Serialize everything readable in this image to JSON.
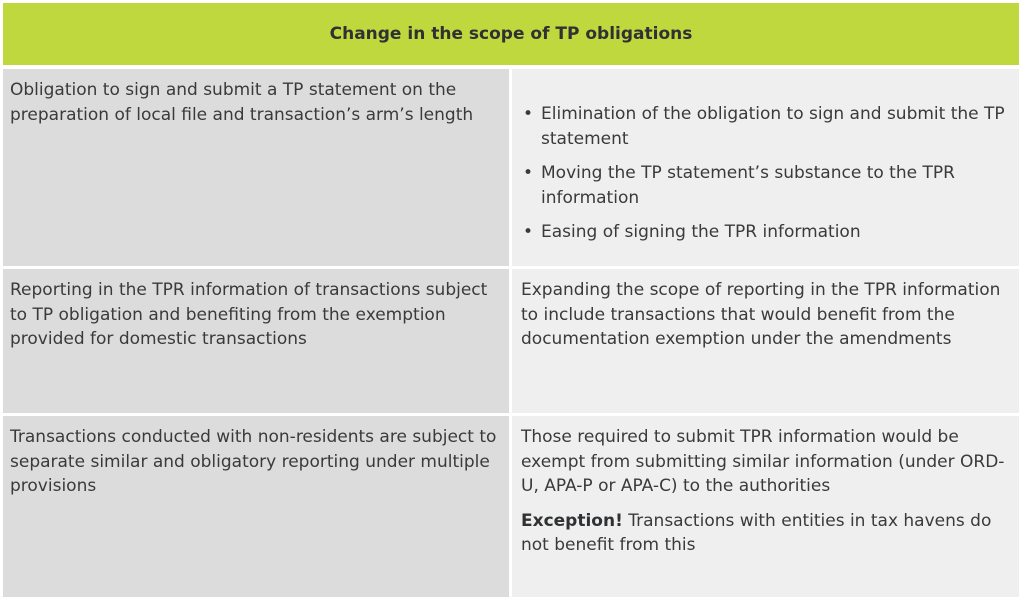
{
  "table": {
    "title": "Change in the scope of TP obligations",
    "rows": [
      {
        "left": "Obligation to sign and submit a TP statement on the preparation of local file and transaction’s arm’s length",
        "right_bullets": [
          "Elimination of the obligation to sign and submit the TP statement",
          "Moving the TP statement’s substance to the TPR information",
          "Easing of signing the TPR information"
        ]
      },
      {
        "left": "Reporting in the TPR information of transactions subject to TP obligation and benefiting from the exemption provided for domestic transactions",
        "right": "Expanding the scope of reporting in the TPR information to include transactions that would benefit from the documentation exemption under the amendments"
      },
      {
        "left": "Transactions conducted with non-residents are subject to separate similar and obligatory reporting under multiple provisions",
        "right": "Those required to submit TPR information would be exempt from submitting similar information (under ORD-U, APA-P or APA-C) to the authorities",
        "exception_label": "Exception!",
        "exception_text": " Transactions with entities in tax havens do not benefit from this"
      }
    ],
    "bullet_char": "•"
  }
}
